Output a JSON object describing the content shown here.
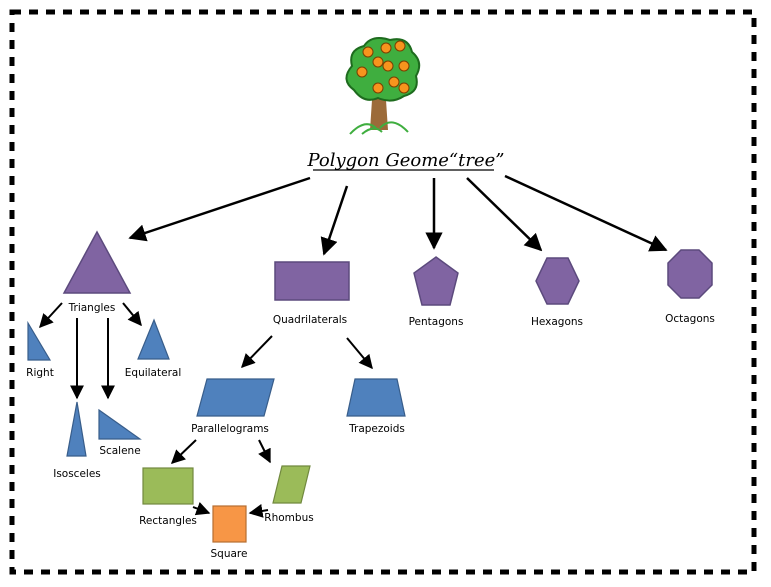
{
  "title": "Polygon Geome“tree”",
  "labels": {
    "triangles": "Triangles",
    "right": "Right",
    "equilateral": "Equilateral",
    "isosceles": "Isosceles",
    "scalene": "Scalene",
    "quadrilaterals": "Quadrilaterals",
    "parallelograms": "Parallelograms",
    "trapezoids": "Trapezoids",
    "rectangles": "Rectangles",
    "rhombus": "Rhombus",
    "square": "Square",
    "pentagons": "Pentagons",
    "hexagons": "Hexagons",
    "octagons": "Octagons"
  },
  "colors": {
    "purple": "#8064a2",
    "purple_stroke": "#5c4a7d",
    "blue": "#4f81bd",
    "blue_stroke": "#385d8a",
    "green": "#9bbb59",
    "green_stroke": "#71893f",
    "orange": "#f79646",
    "orange_stroke": "#b66d31",
    "tree_leaves": "#3fae3f",
    "tree_trunk": "#9c6b3a",
    "fruit": "#f7941d"
  },
  "icons": {
    "tree": "orange-tree-icon"
  }
}
